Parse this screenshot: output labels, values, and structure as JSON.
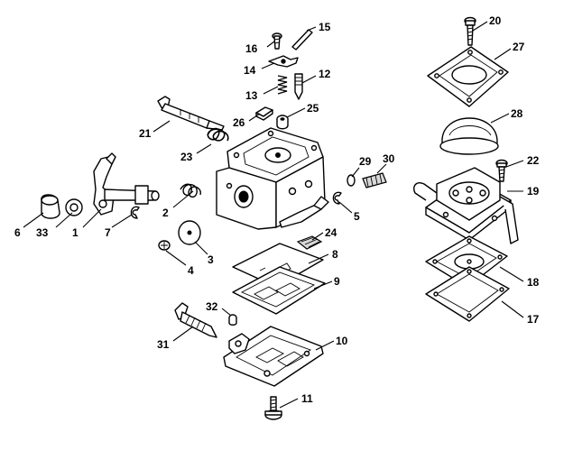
{
  "diagram": {
    "callouts": [
      {
        "id": "c1",
        "text": "1"
      },
      {
        "id": "c2",
        "text": "2"
      },
      {
        "id": "c3",
        "text": "3"
      },
      {
        "id": "c4",
        "text": "4"
      },
      {
        "id": "c5",
        "text": "5"
      },
      {
        "id": "c6",
        "text": "6"
      },
      {
        "id": "c7",
        "text": "7"
      },
      {
        "id": "c8",
        "text": "8"
      },
      {
        "id": "c9",
        "text": "9"
      },
      {
        "id": "c10",
        "text": "10"
      },
      {
        "id": "c11",
        "text": "11"
      },
      {
        "id": "c12",
        "text": "12"
      },
      {
        "id": "c13",
        "text": "13"
      },
      {
        "id": "c14",
        "text": "14"
      },
      {
        "id": "c15",
        "text": "15"
      },
      {
        "id": "c16",
        "text": "16"
      },
      {
        "id": "c17",
        "text": "17"
      },
      {
        "id": "c18",
        "text": "18"
      },
      {
        "id": "c19",
        "text": "19"
      },
      {
        "id": "c20",
        "text": "20"
      },
      {
        "id": "c21",
        "text": "21"
      },
      {
        "id": "c22",
        "text": "22"
      },
      {
        "id": "c23",
        "text": "23"
      },
      {
        "id": "c24",
        "text": "24"
      },
      {
        "id": "c25",
        "text": "25"
      },
      {
        "id": "c26",
        "text": "26"
      },
      {
        "id": "c27",
        "text": "27"
      },
      {
        "id": "c28",
        "text": "28"
      },
      {
        "id": "c29",
        "text": "29"
      },
      {
        "id": "c30",
        "text": "30"
      },
      {
        "id": "c31",
        "text": "31"
      },
      {
        "id": "c32",
        "text": "32"
      },
      {
        "id": "c33",
        "text": "33"
      }
    ]
  }
}
